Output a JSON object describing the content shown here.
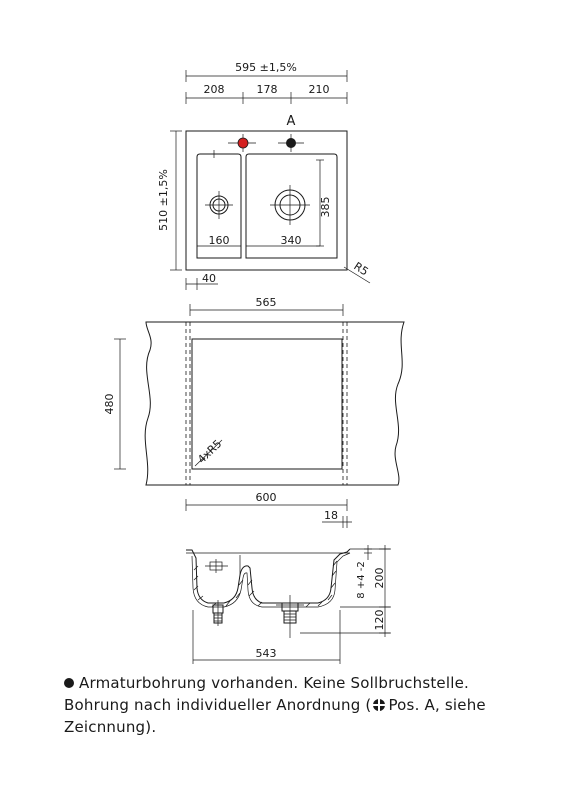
{
  "top_view": {
    "overall_width": "595 ±1,5%",
    "seg_left": "208",
    "seg_mid": "178",
    "seg_right": "210",
    "position_label": "A",
    "overall_depth": "510 ±1,5%",
    "small_bowl_width": "160",
    "large_bowl_width": "340",
    "bowl_depth": "385",
    "corner_radius": "R5",
    "edge_offset": "40",
    "tap_hole_colors": {
      "factory": "#d42020",
      "optional": "#1a1a1a"
    }
  },
  "cutout_view": {
    "cutout_width": "565",
    "cutout_depth": "480",
    "corner_radius": "4xR5",
    "cabinet_width": "600",
    "edge_thickness": "18"
  },
  "section_view": {
    "depth": "200",
    "rim_height": "8 +4 -2",
    "drain_height": "120",
    "bottom_width": "543"
  },
  "notes": {
    "line1": "Armaturbohrung vorhanden. Keine Sollbruchstelle.",
    "line2_a": "Bohrung nach individueller Anordnung (",
    "line2_b": "Pos. A, siehe",
    "line3": "Zeicnnung)."
  }
}
